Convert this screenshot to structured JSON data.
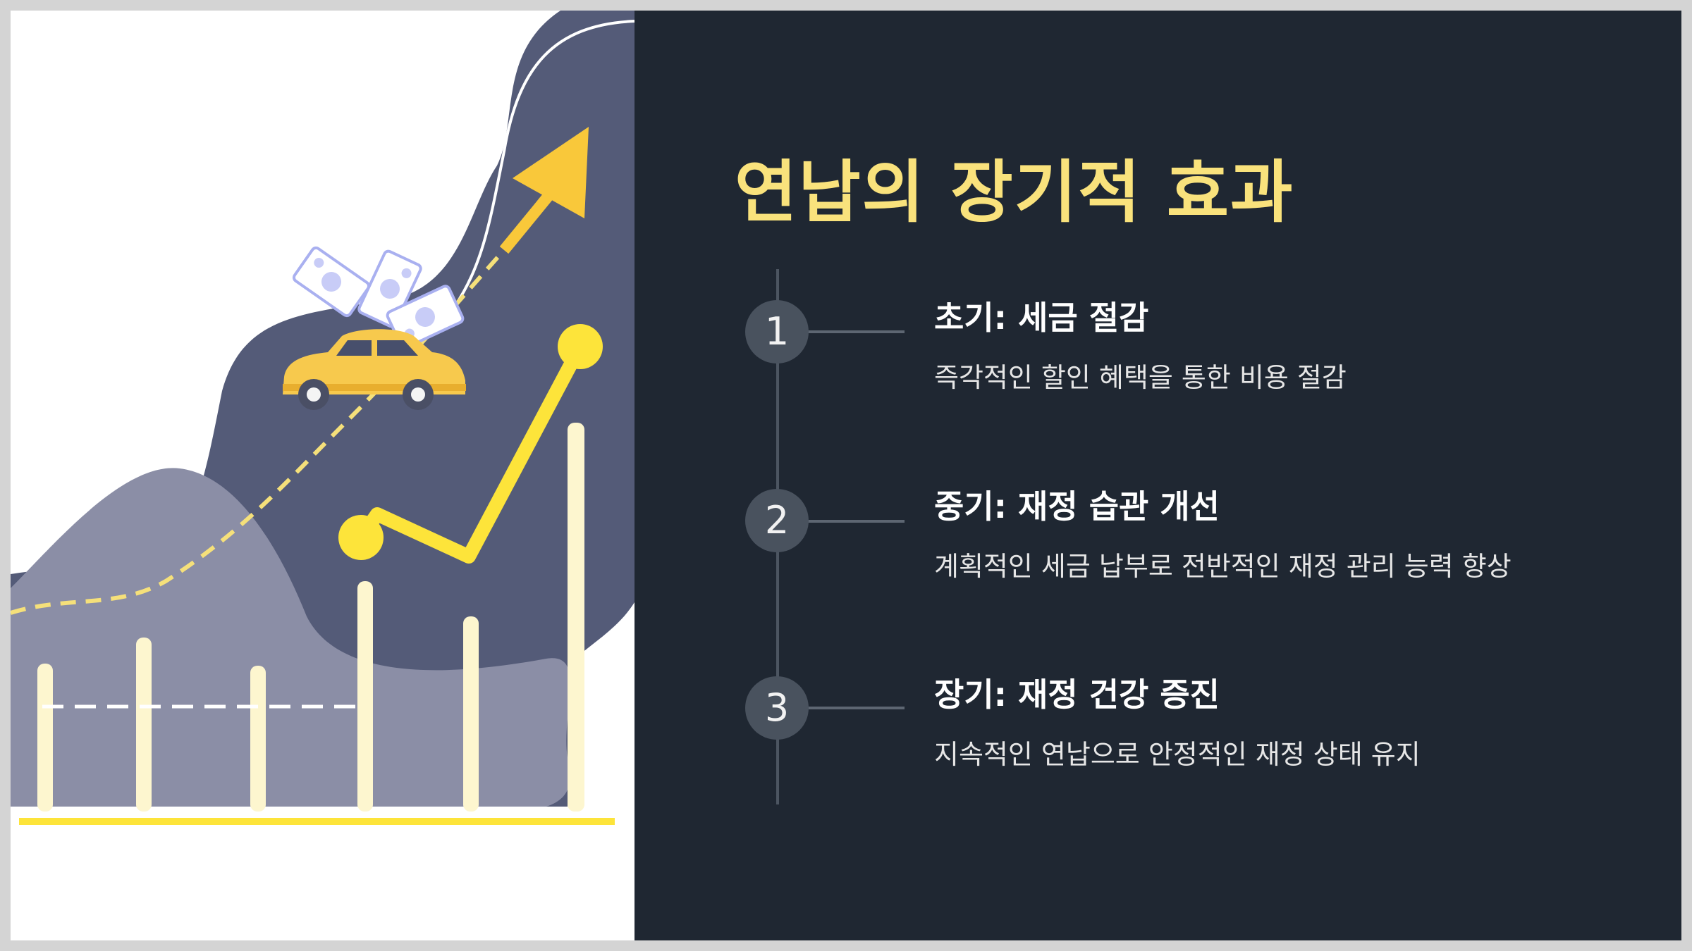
{
  "slide": {
    "title": "연납의 장기적 효과",
    "steps": [
      {
        "number": "1",
        "heading": "초기: 세금 절감",
        "description": "즉각적인 할인 혜택을 통한 비용 절감"
      },
      {
        "number": "2",
        "heading": "중기: 재정 습관 개선",
        "description": "계획적인 세금 납부로 전반적인 재정 관리 능력 향상"
      },
      {
        "number": "3",
        "heading": "장기: 재정 건강 증진",
        "description": "지속적인 연납으로 안정적인 재정 상태 유지"
      }
    ]
  },
  "colors": {
    "background_dark": "#1f2732",
    "title_yellow": "#f9e27c",
    "accent_yellow": "#fde43a",
    "circle_gray": "#49525e",
    "wave_dark": "#545b78",
    "wave_light": "#8b8ea6"
  },
  "illustration": {
    "elements": [
      "rising-arrow-icon",
      "car-icon",
      "money-bills-icon",
      "growth-line",
      "bar-columns"
    ]
  }
}
